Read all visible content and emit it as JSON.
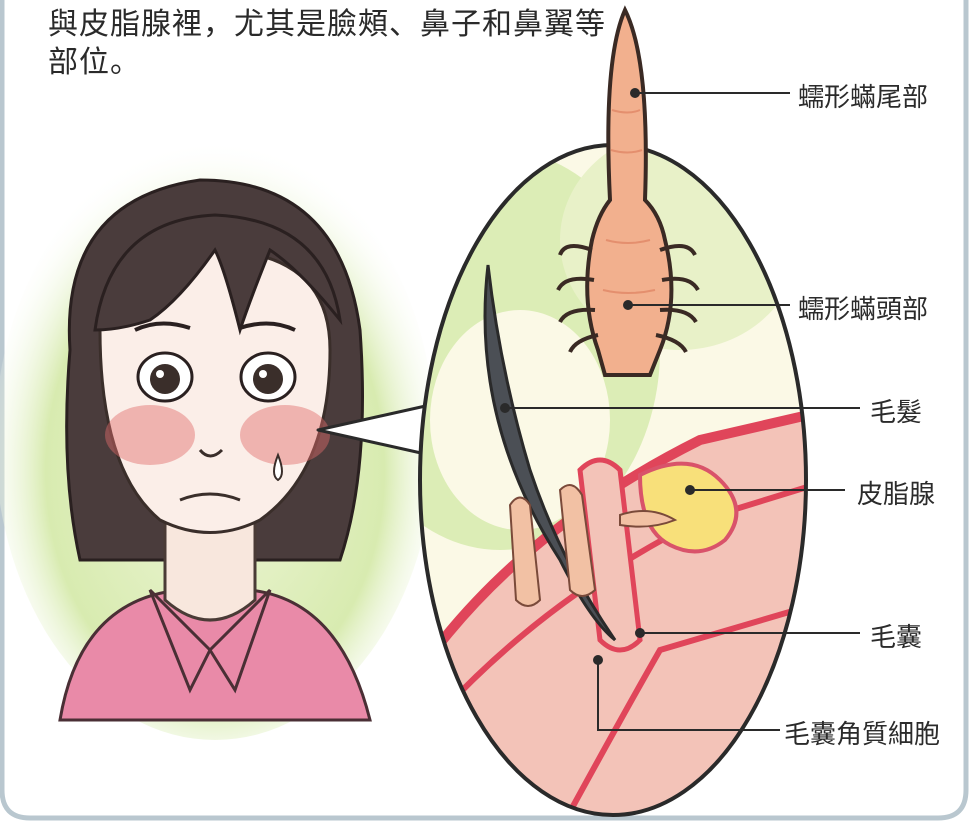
{
  "intro_text": "與皮脂腺裡，尤其是臉頰、鼻子和鼻翼等部位。",
  "labels": {
    "mite_tail": "蠕形蟎尾部",
    "mite_head": "蠕形蟎頭部",
    "hair": "毛髮",
    "sebaceous_gland": "皮脂腺",
    "follicle": "毛囊",
    "follicle_keratinocyte": "毛囊角質細胞"
  },
  "colors": {
    "frame": "#b9c7cf",
    "background": "#ffffff",
    "skin": "#f3c3b8",
    "mite": "#f2b08e",
    "hair_strand": "#4b4f55",
    "gland_fill": "#f8e07a",
    "tissue_red": "#e0455a",
    "halo_green": "#d3e6a8"
  }
}
